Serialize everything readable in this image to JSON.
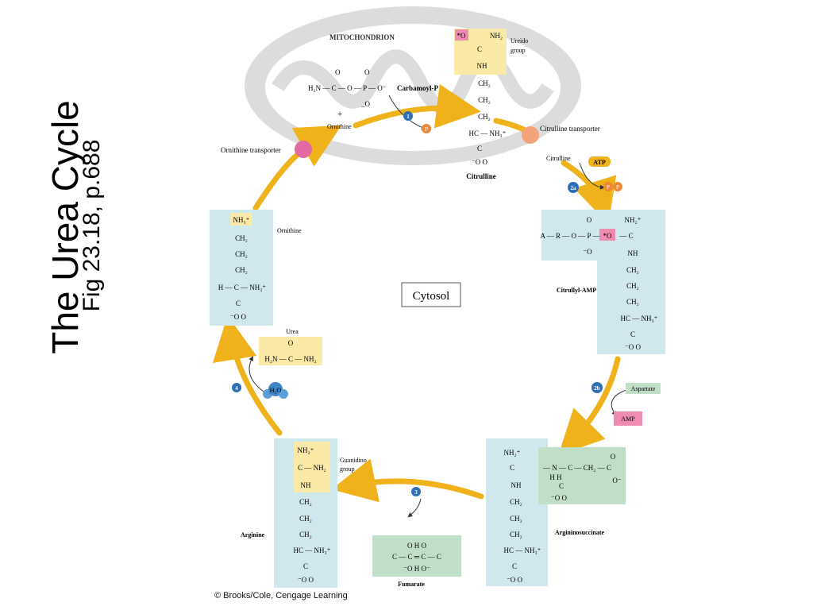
{
  "title": "The Urea Cycle",
  "subtitle": "Fig 23.18, p.688",
  "copyright": "© Brooks/Cole, Cengage Learning",
  "colors": {
    "arrow": "#f0b21a",
    "box_blue": "#cfe8ee",
    "box_yellow": "#fbe9a6",
    "box_green": "#bfe0c6",
    "box_pink": "#f08cb2",
    "mito": "#d8d8d8",
    "step_badge": "#2c6fb7"
  },
  "labels": {
    "mitochondrion": "MITOCHONDRION",
    "cytosol": "Cytosol",
    "carbamoyl_p": "Carbamoyl-P",
    "ornithine_in": "Ornithine",
    "ornithine": "Ornithine",
    "citrulline": "Citrulline",
    "citrulline_cytosol": "Citrulline",
    "citrulline_transporter": "Citrulline transporter",
    "ornithine_transporter": "Ornithine transporter",
    "ureido_group": "Ureido",
    "ureido_group2": "group",
    "citrullyl_amp": "Citrullyl-AMP",
    "argininosuccinate": "Argininosuccinate",
    "arginine": "Arginine",
    "guanidino_group": "Guanidino",
    "guanidino_group2": "group",
    "fumarate": "Fumarate",
    "urea": "Urea",
    "atp": "ATP",
    "pp": "P",
    "p": "P",
    "aspartate": "Aspartate",
    "amp": "AMP",
    "h2o": "H₂O",
    "plus": "+"
  },
  "steps": [
    "1",
    "2a",
    "2b",
    "3",
    "4"
  ],
  "chem": {
    "carbamoyl": {
      "top_o1": "O",
      "top_o2": "O",
      "main": "H₂N — C — O — P — O⁻",
      "bottom": "_O"
    },
    "citrulline_top": [
      "*O",
      "NH₂",
      "C",
      "NH"
    ],
    "chain": [
      "CH₂",
      "CH₂",
      "CH₂"
    ],
    "citrulline_bottom": [
      "HC — NH₃⁺",
      "C",
      "⁻O     O"
    ],
    "ornithine_box": [
      "NH₃⁺",
      "CH₂",
      "CH₂",
      "CH₂",
      "H — C — NH₃⁺",
      "C",
      "⁻O     O"
    ],
    "urea_top": "O",
    "urea_main": "H₂N — C — NH₂",
    "camp_left": [
      "O",
      "A — R — O — P — ",
      "⁻O"
    ],
    "camp_o_star": "*O",
    "camp_right": [
      "NH₂⁺",
      "— C",
      "NH",
      "CH₂",
      "CH₂",
      "CH₂",
      "HC — NH₃⁺",
      "C",
      "⁻O     O"
    ],
    "argsucc_left": [
      "NH₂⁺",
      "C",
      "NH",
      "CH₂",
      "CH₂",
      "CH₂",
      "HC — NH₃⁺",
      "C",
      "⁻O     O"
    ],
    "argsucc_green": [
      "— N — C — CH₂ — C",
      "H   H",
      "C",
      "⁻O     O",
      "O",
      "O⁻"
    ],
    "arginine_box": [
      "NH₂⁺",
      "C — NH₂",
      "NH",
      "CH₂",
      "CH₂",
      "CH₂",
      "HC — NH₃⁺",
      "C",
      "⁻O     O"
    ],
    "fumarate_main": "O   H   O",
    "fumarate_mid": "C — C ═ C — C",
    "fumarate_bottom": "⁻O   H   O⁻"
  }
}
